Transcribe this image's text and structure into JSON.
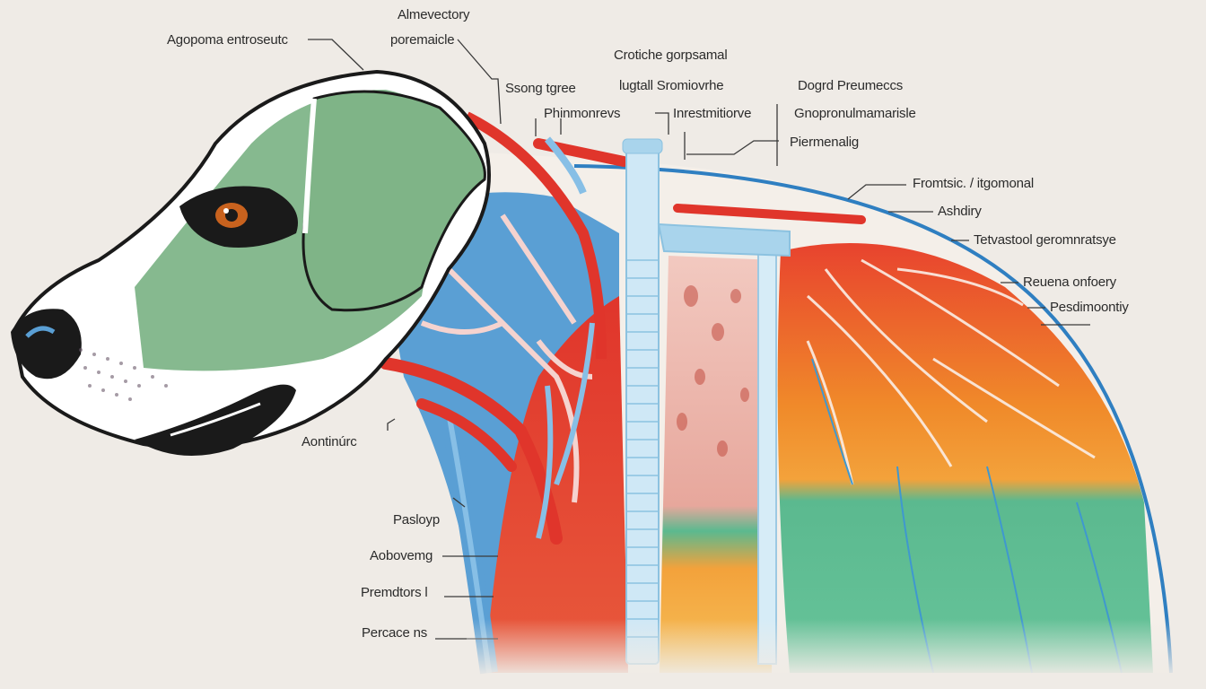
{
  "diagram": {
    "subject": "Dog head, neck and thoracic anatomy (respiratory / circulatory)",
    "colors": {
      "background": "#efebe6",
      "head_green": "#86b98f",
      "neck_blue": "#5a9fd4",
      "artery_red": "#e0352b",
      "trachea_blue": "#a9d4ec",
      "lung_orange": "#f08a2a",
      "lung_green": "#5bb98f",
      "outline_blue": "#2f7fc1",
      "label_text": "#2b2b2b"
    },
    "labels": [
      {
        "id": "top-left-1",
        "text": "Agopoma entroseutc"
      },
      {
        "id": "top-center-1",
        "text": "Almevectory"
      },
      {
        "id": "top-center-2",
        "text": "poremaicle"
      },
      {
        "id": "top-center-3",
        "text": "Ssong tgree"
      },
      {
        "id": "top-center-4",
        "text": "Phinmonrevs"
      },
      {
        "id": "top-center-5",
        "text": "Crotiche gorpsamal"
      },
      {
        "id": "top-center-6",
        "text": "lugtall Sromiovrhe"
      },
      {
        "id": "top-center-7",
        "text": "Inrestmitiorve"
      },
      {
        "id": "top-right-1",
        "text": "Dogrd Preumeccs"
      },
      {
        "id": "top-right-2",
        "text": "Gnopronulmamarisle"
      },
      {
        "id": "top-right-3",
        "text": "Piermenalig"
      },
      {
        "id": "right-1",
        "text": "Fromtsic. / itgomonal"
      },
      {
        "id": "right-2",
        "text": "Ashdiry"
      },
      {
        "id": "right-3",
        "text": "Tetvastool geromnratsye"
      },
      {
        "id": "right-4",
        "text": "Reuena onfoery"
      },
      {
        "id": "right-5",
        "text": "Pesdimoontiy"
      },
      {
        "id": "left-1",
        "text": "Aontinúrc"
      },
      {
        "id": "left-2",
        "text": "Pasloyp"
      },
      {
        "id": "left-3",
        "text": "Aobovemg"
      },
      {
        "id": "left-4",
        "text": "Premdtors l"
      },
      {
        "id": "left-5",
        "text": "Percace ns"
      }
    ]
  }
}
